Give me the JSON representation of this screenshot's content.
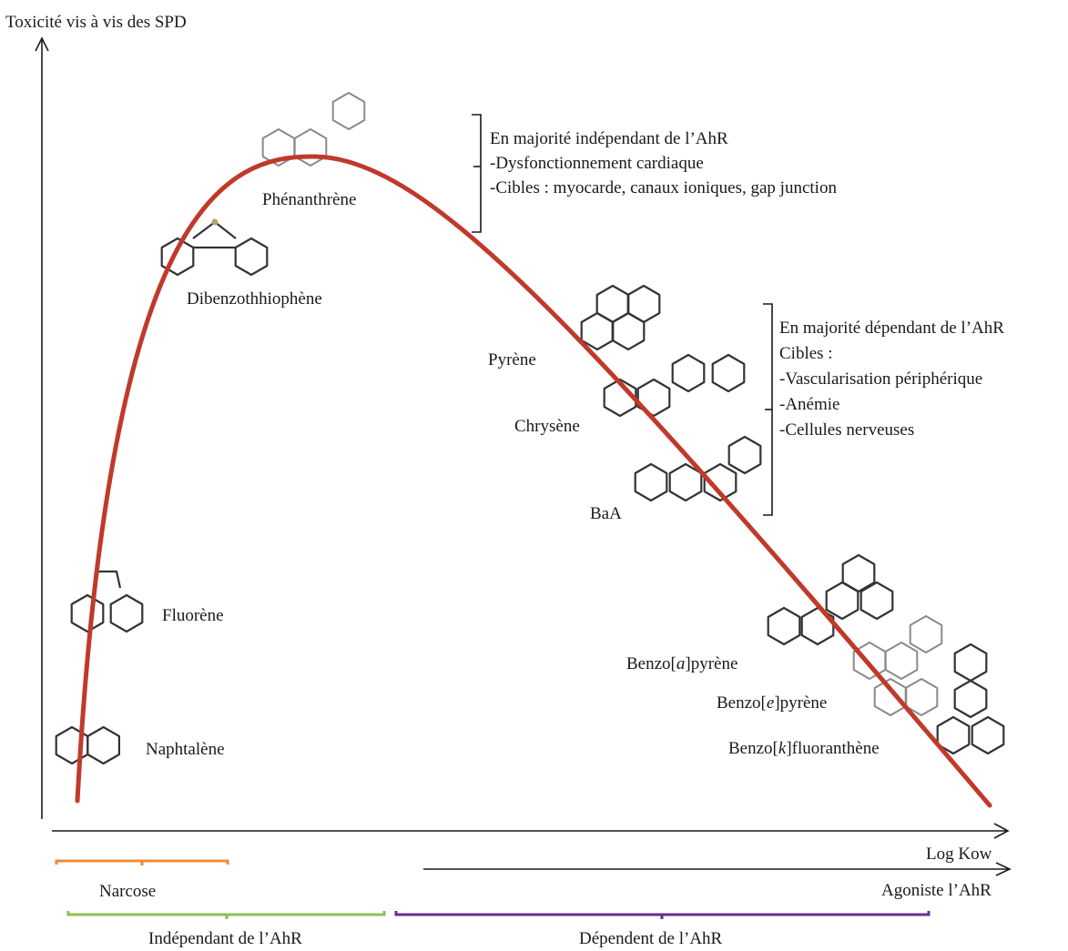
{
  "axes": {
    "y_label": "Toxicité vis à vis des SPD",
    "x_label": "Log Kow",
    "agonist_label": "Agoniste l’AhR"
  },
  "compounds": [
    {
      "id": "naphtalene",
      "label": "Naphtalène"
    },
    {
      "id": "fluorene",
      "label": "Fluorène"
    },
    {
      "id": "dibenzothiophene",
      "label": "Dibenzothhiophène"
    },
    {
      "id": "phenanthrene",
      "label": "Phénanthrène"
    },
    {
      "id": "pyrene",
      "label": "Pyrène"
    },
    {
      "id": "chrysene",
      "label": "Chrysène"
    },
    {
      "id": "baa",
      "label": "BaA"
    },
    {
      "id": "benzo_a_pyrene",
      "prefix": "Benzo[",
      "italic": "a",
      "suffix": "]pyrène"
    },
    {
      "id": "benzo_e_pyrene",
      "prefix": "Benzo[",
      "italic": "e",
      "suffix": "]pyrène"
    },
    {
      "id": "benzo_k_fluoranthene",
      "prefix": "Benzo[",
      "italic": "k",
      "suffix": "]fluoranthène"
    }
  ],
  "annotations": {
    "independent_block": [
      "En majorité indépendant de l’AhR",
      "-Dysfonctionnement cardiaque",
      "-Cibles : myocarde, canaux ioniques, gap junction"
    ],
    "dependent_block": [
      "En majorité dépendant de l’AhR",
      "Cibles :",
      "-Vascularisation périphérique",
      "-Anémie",
      "-Cellules nerveuses"
    ]
  },
  "brackets": {
    "narcose": {
      "label": "Narcose",
      "color": "#ed8b3a"
    },
    "independant": {
      "label": "Indépendant de l’AhR",
      "color": "#8cc152"
    },
    "dependent": {
      "label": "Dépendent de l’AhR",
      "color": "#6a2d91"
    }
  },
  "curve": {
    "color": "#c0392b"
  }
}
